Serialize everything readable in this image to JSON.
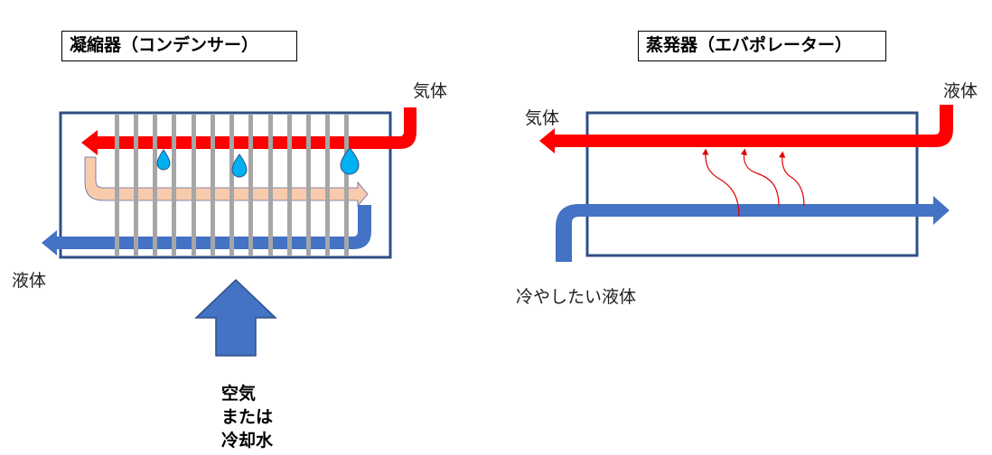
{
  "condenser": {
    "title": "凝縮器（コンデンサー）",
    "gas_label": "気体",
    "liquid_label": "液体",
    "air_label_1": "空気",
    "air_label_2": "または",
    "air_label_3": "冷却水"
  },
  "evaporator": {
    "title": "蒸発器（エバポレーター）",
    "liquid_label": "液体",
    "gas_label": "気体",
    "cooled_label": "冷やしたい液体"
  },
  "colors": {
    "frame": "#2f4f86",
    "gas_pipe": "#ff0000",
    "liquid_pipe": "#4472c4",
    "mixed_pipe": "#f8cbad",
    "fin": "#a6a6a6",
    "droplet": "#00b0f0",
    "air_arrow": "#4472c4",
    "heat_arrow": "#e00000"
  }
}
